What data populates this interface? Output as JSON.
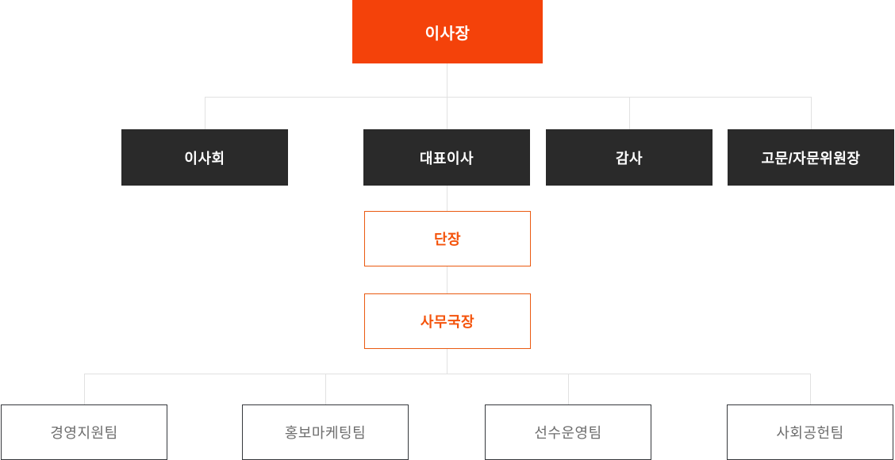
{
  "org_chart": {
    "title": "organization-chart",
    "chairman": {
      "label": "이사장"
    },
    "executives": [
      {
        "id": "board",
        "label": "이사회"
      },
      {
        "id": "ceo",
        "label": "대표이사"
      },
      {
        "id": "auditor",
        "label": "감사"
      },
      {
        "id": "advisory",
        "label": "고문/자문위원장"
      }
    ],
    "middle": [
      {
        "id": "head-director",
        "label": "단장"
      },
      {
        "id": "secretary-general",
        "label": "사무국장"
      }
    ],
    "teams": [
      {
        "id": "management-support",
        "label": "경영지원팀"
      },
      {
        "id": "pr-marketing",
        "label": "홍보마케팅팀"
      },
      {
        "id": "player-operations",
        "label": "선수운영팀"
      },
      {
        "id": "social-contribution",
        "label": "사회공헌팀"
      }
    ],
    "colors": {
      "primary_orange": "#f4420a",
      "dark_box": "#2a2a2a",
      "outline_orange": "#ea5a11",
      "outline_orange_text": "#f4530b",
      "team_border": "#35383c",
      "team_text": "#6d6d6d",
      "connector": "#e1e1e1"
    }
  }
}
